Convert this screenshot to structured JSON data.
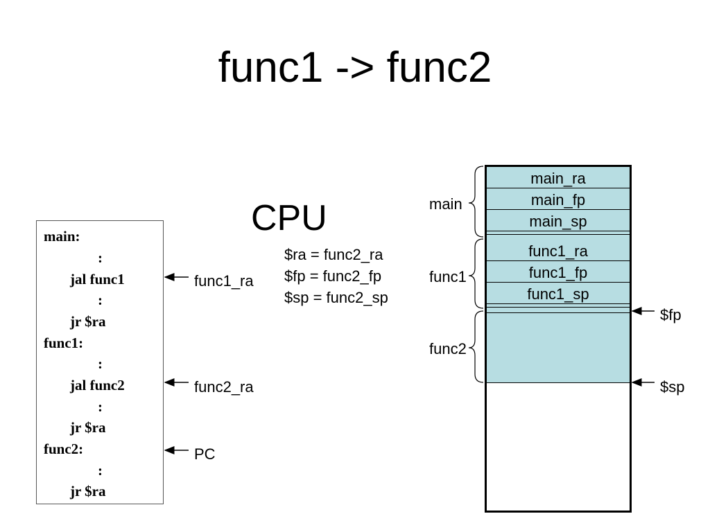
{
  "title": "func1 -> func2",
  "code": {
    "lines": [
      "main:",
      ":",
      "jal func1",
      ":",
      "jr $ra",
      "func1:",
      ":",
      "jal func2",
      ":",
      "jr $ra",
      "func2:",
      ":",
      "jr $ra"
    ]
  },
  "pointers": {
    "func1_ra": "func1_ra",
    "func2_ra": "func2_ra",
    "pc": "PC"
  },
  "cpu": {
    "title": "CPU",
    "registers": [
      "$ra = func2_ra",
      "$fp = func2_fp",
      "$sp = func2_sp"
    ]
  },
  "stack": {
    "cells": [
      "main_ra",
      "main_fp",
      "main_sp",
      "func1_ra",
      "func1_fp",
      "func1_sp"
    ],
    "frames": [
      "main",
      "func1",
      "func2"
    ],
    "fp_label": "$fp",
    "sp_label": "$sp",
    "frame_color": "#b7dde2"
  }
}
